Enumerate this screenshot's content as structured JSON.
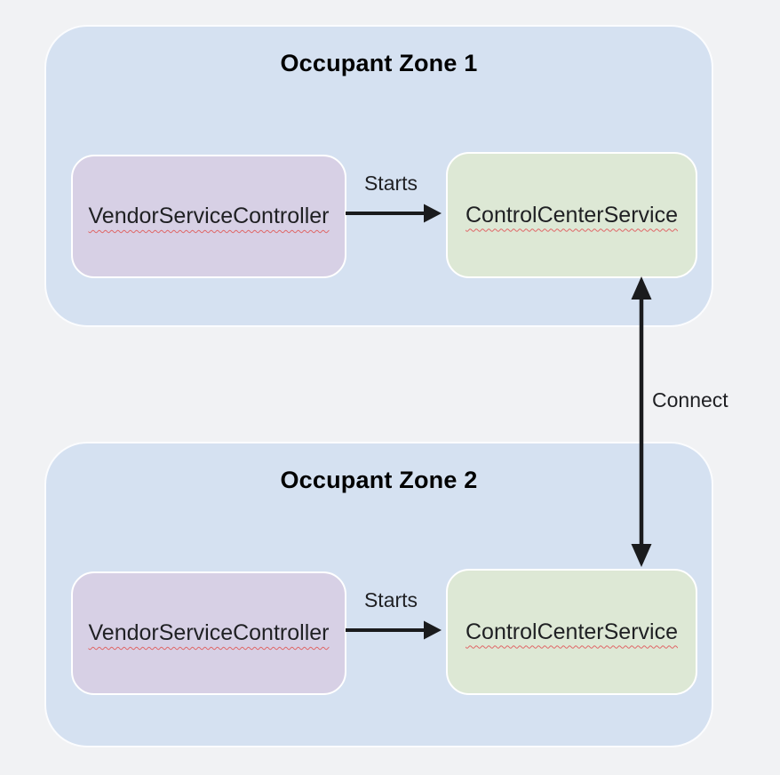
{
  "colors": {
    "page_bg": "#f1f2f4",
    "zone_fill": "#d5e1f1",
    "zone_border": "#fbfcfe",
    "vendor_fill": "#d7d0e5",
    "control_fill": "#dde8d5",
    "node_border": "#ffffff",
    "arrow": "#1a1b1d",
    "squiggle": "#e06666",
    "title_text": "#000000",
    "label_text": "#1f2023"
  },
  "zones": [
    {
      "title": "Occupant Zone 1",
      "vendor_label": "VendorServiceController",
      "control_label": "ControlCenterService",
      "starts_label": "Starts"
    },
    {
      "title": "Occupant Zone 2",
      "vendor_label": "VendorServiceController",
      "control_label": "ControlCenterService",
      "starts_label": "Starts"
    }
  ],
  "connect_label": "Connect"
}
